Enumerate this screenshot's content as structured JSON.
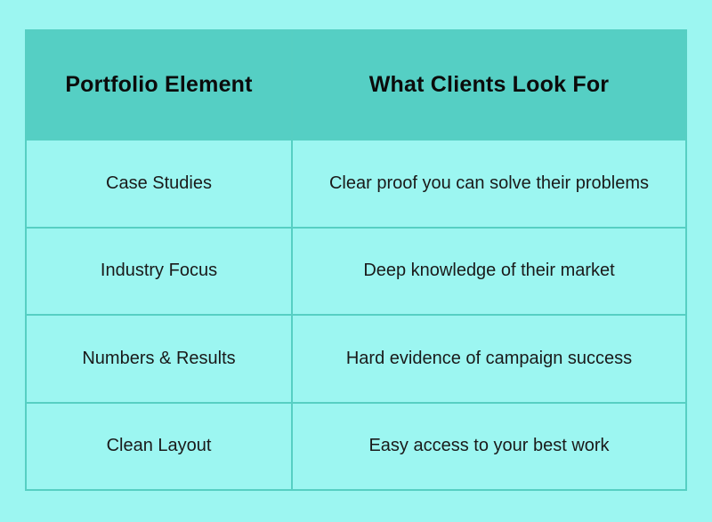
{
  "table": {
    "headers": [
      "Portfolio Element",
      "What Clients Look For"
    ],
    "rows": [
      [
        "Case Studies",
        "Clear proof you can solve their problems"
      ],
      [
        "Industry Focus",
        "Deep knowledge of their market"
      ],
      [
        "Numbers & Results",
        "Hard evidence of campaign success"
      ],
      [
        "Clean Layout",
        "Easy access to your best work"
      ]
    ]
  },
  "colors": {
    "background": "#9cf6f1",
    "header_fill": "#55cfc4",
    "border": "#56cfc3",
    "header_text": "#0b0b0b",
    "cell_text": "#1a1a1a"
  }
}
